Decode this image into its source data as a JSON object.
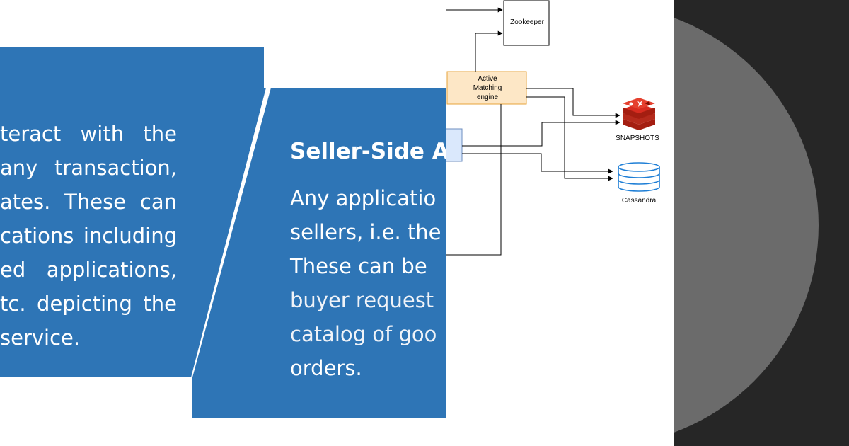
{
  "slide": {
    "left_panel": {
      "lines": [
        "teract with the",
        "any transaction,",
        "ates. These can",
        "cations including",
        "ed applications,",
        "tc. depicting the",
        "service."
      ]
    },
    "right_panel": {
      "title": "Seller-Side A",
      "lines": [
        "Any applicatio",
        "sellers, i.e. the",
        "These can be",
        "buyer request",
        "catalog of goo",
        "orders."
      ]
    },
    "colors": {
      "panel_blue": "#2e75b6",
      "text": "#ffffff"
    }
  },
  "diagram": {
    "nodes": {
      "zookeeper": "Zookeeper",
      "engine_lines": [
        "Active",
        "Matching",
        "engine"
      ],
      "snapshots": "SNAPSHOTS",
      "cassandra": "Cassandra"
    },
    "icons": {
      "snapshots": "redis-stack-icon",
      "cassandra": "database-cylinder-icon"
    },
    "colors": {
      "engine_fill": "#fde7c6",
      "engine_stroke": "#e7a33a",
      "queue_fill": "#dae8fc",
      "queue_stroke": "#6c8ebf",
      "redis_red": "#d82c20",
      "db_blue": "#1f7fd6",
      "line": "#000000"
    }
  },
  "decoration": {
    "colors": {
      "background": "#262626",
      "circle": "#6b6b6b"
    }
  }
}
